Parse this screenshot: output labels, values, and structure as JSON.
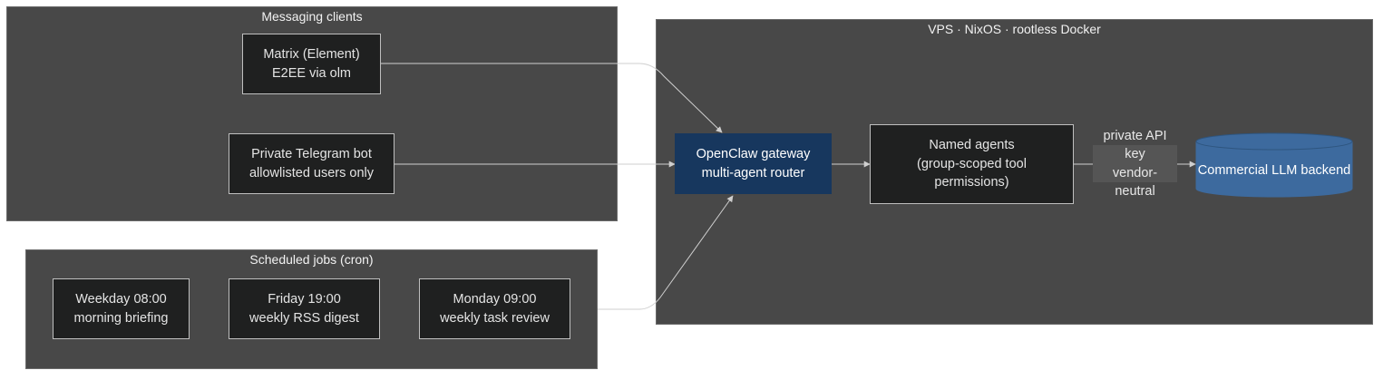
{
  "clusters": {
    "messaging": {
      "title": "Messaging clients"
    },
    "scheduled": {
      "title": "Scheduled jobs (cron)"
    },
    "vps": {
      "title": "VPS · NixOS · rootless Docker"
    }
  },
  "nodes": {
    "matrix": {
      "line1": "Matrix (Element)",
      "line2": "E2EE via olm"
    },
    "telegram": {
      "line1": "Private Telegram bot",
      "line2": "allowlisted users only"
    },
    "weekday": {
      "line1": "Weekday 08:00",
      "line2": "morning briefing"
    },
    "friday": {
      "line1": "Friday 19:00",
      "line2": "weekly RSS digest"
    },
    "monday": {
      "line1": "Monday 09:00",
      "line2": "weekly task review"
    },
    "gateway": {
      "line1": "OpenClaw gateway",
      "line2": "multi-agent router"
    },
    "agents": {
      "line1": "Named agents",
      "line2": "(group-scoped tool",
      "line3": "permissions)"
    },
    "llm": {
      "label": "Commercial LLM backend"
    }
  },
  "edge_labels": {
    "agents_to_llm": {
      "line1": "private API key",
      "line2": "vendor-neutral"
    }
  },
  "colors": {
    "cluster_fill": "#484848",
    "node_fill": "#1f2020",
    "gateway_fill": "#17375e",
    "llm_fill": "#3d6a9e",
    "edge_stroke": "#cfcfcf"
  }
}
